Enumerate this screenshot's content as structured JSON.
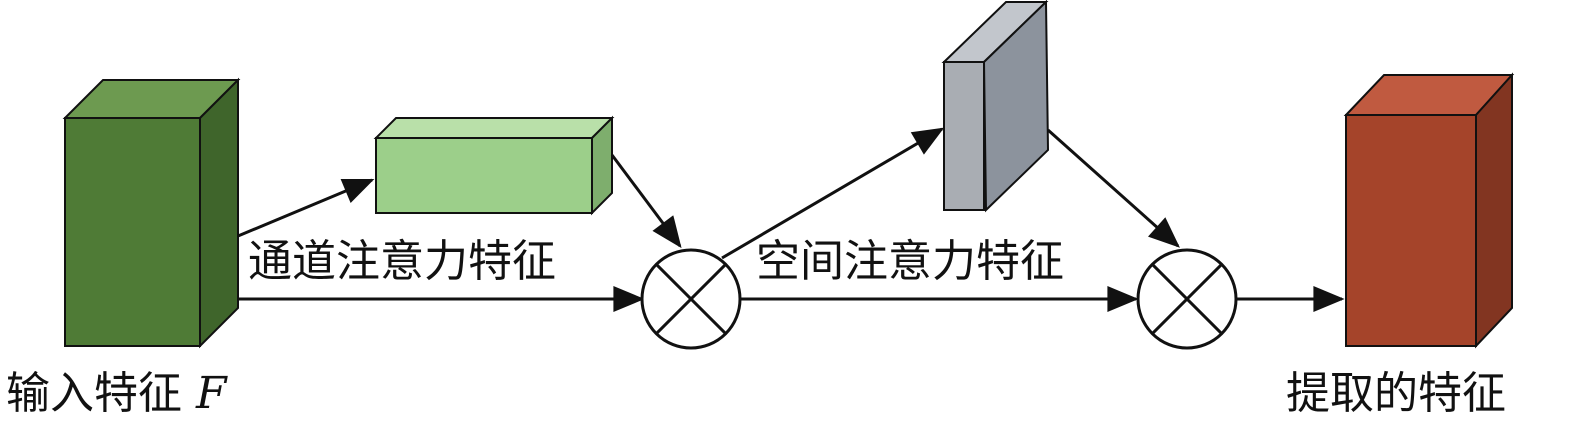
{
  "labels": {
    "input_text": "输入特征",
    "input_symbol": "F",
    "channel_attention": "通道注意力特征",
    "spatial_attention": "空间注意力特征",
    "output": "提取的特征"
  },
  "colors": {
    "input_front": "#4f7b36",
    "input_top": "#6d9a50",
    "input_side": "#3f652b",
    "channel_front": "#9ccf8a",
    "channel_top": "#b9e0a9",
    "channel_side": "#7eae6d",
    "spatial_front": "#8c939d",
    "spatial_top": "#c2c6cc",
    "spatial_side": "#a9adb3",
    "output_front": "#a5442a",
    "output_top": "#c05a40",
    "output_side": "#823521",
    "stroke": "#111111"
  },
  "icons": {
    "multiply_operator": "circled-times"
  }
}
